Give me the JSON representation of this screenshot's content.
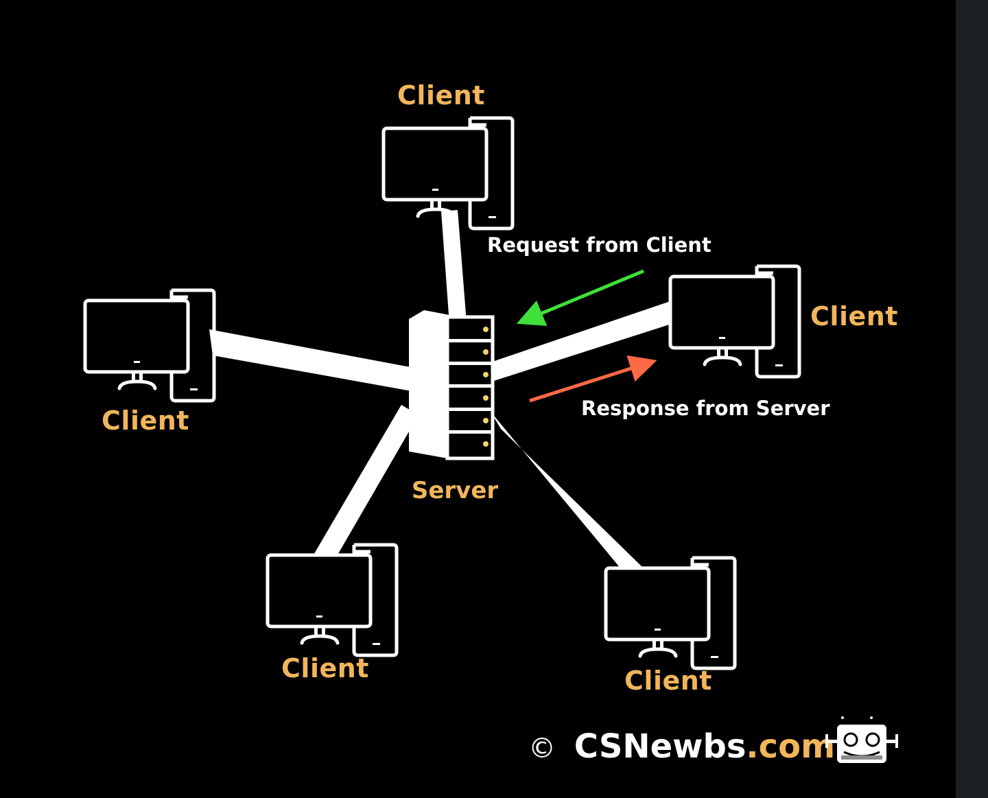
{
  "colors": {
    "background": "#000000",
    "line": "#ffffff",
    "label": "#f1b55b",
    "request_arrow": "#3fe03a",
    "response_arrow": "#ff6a45",
    "flow_text": "#ffffff",
    "led": "#f5d36b"
  },
  "nodes": {
    "server": {
      "label": "Server"
    },
    "clients": [
      {
        "label": "Client"
      },
      {
        "label": "Client"
      },
      {
        "label": "Client"
      },
      {
        "label": "Client"
      },
      {
        "label": "Client"
      }
    ]
  },
  "flows": {
    "request": "Request from Client",
    "response": "Response from Server"
  },
  "branding": {
    "copyright_symbol": "©",
    "name": "CSNewbs",
    "tld": ".com",
    "logo_icon": "robot-logo-icon"
  }
}
